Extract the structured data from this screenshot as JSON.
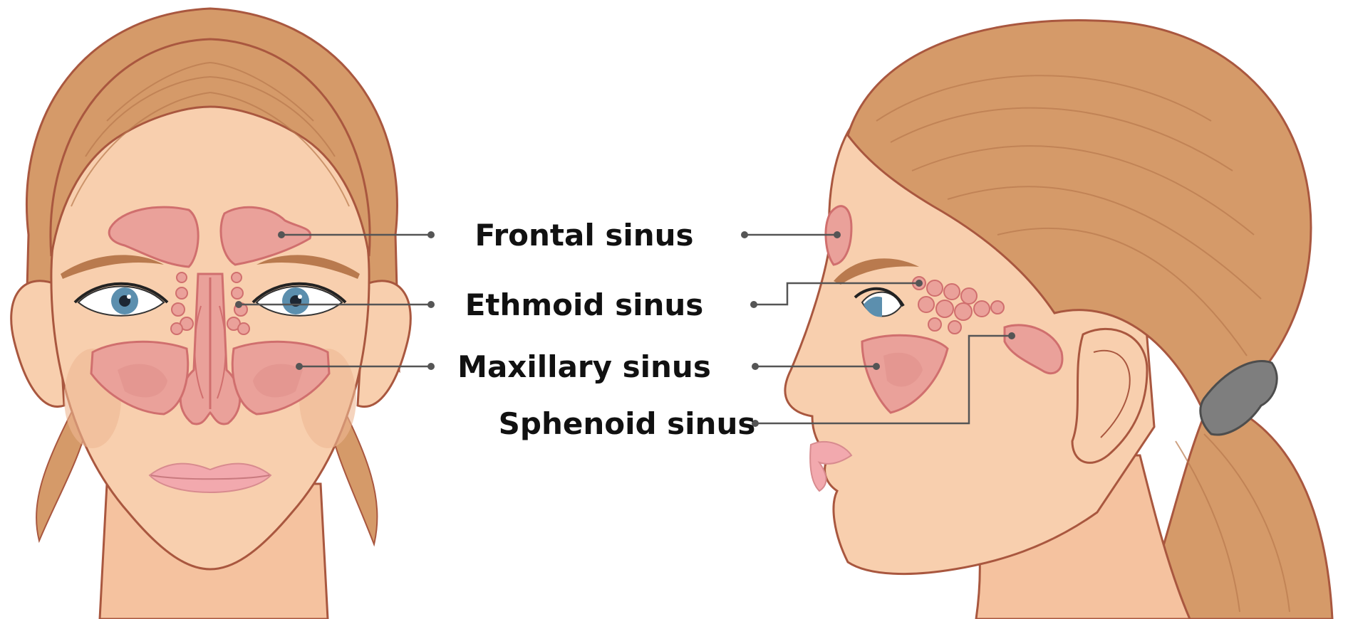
{
  "labels": {
    "frontal": "Frontal sinus",
    "ethmoid": "Ethmoid sinus",
    "maxillary": "Maxillary sinus",
    "sphenoid": "Sphenoid sinus"
  },
  "colors": {
    "skin": "#f8cfae",
    "skin_shadow": "#efb892",
    "outline": "#a9573f",
    "hair": "#d59a69",
    "hair_dark": "#b97a4e",
    "sinus_fill": "#eaa19a",
    "sinus_inner": "#dd8e88",
    "sinus_outline": "#d06f6e",
    "iris": "#5c8fae",
    "lips": "#f2a9ae",
    "hair_tie": "#7e7e7e",
    "leader_line": "#555555"
  }
}
